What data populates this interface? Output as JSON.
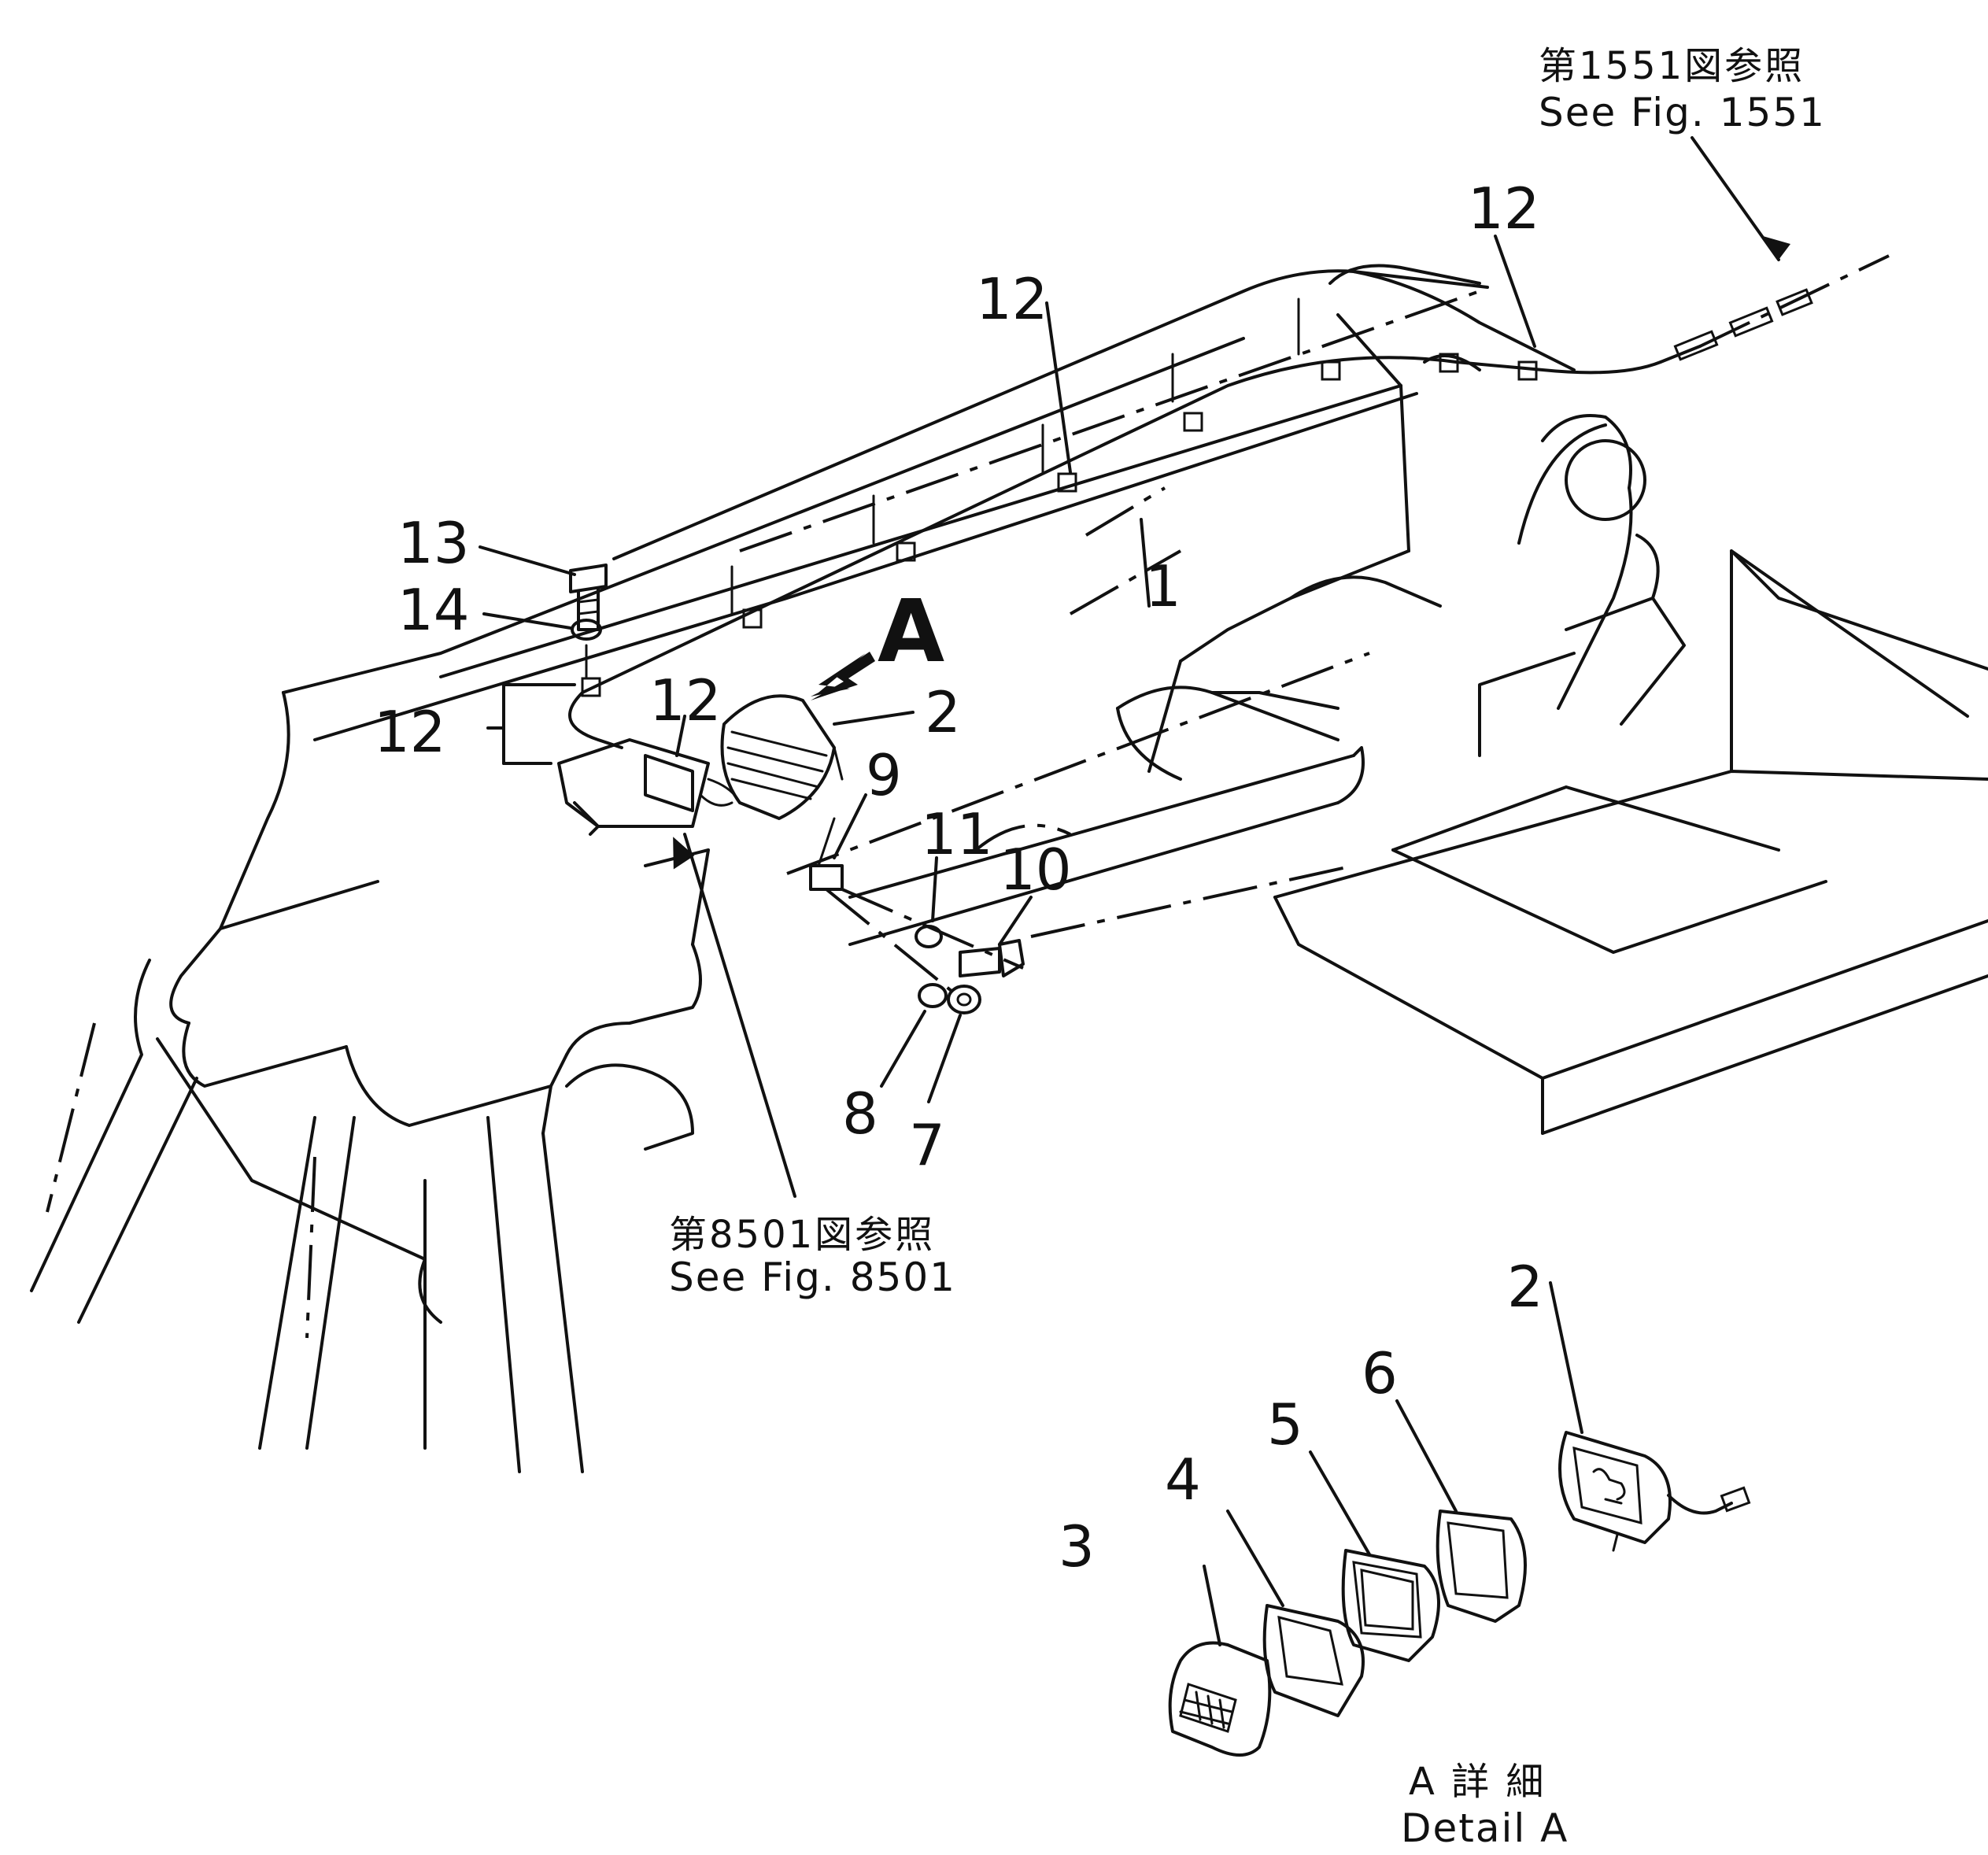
{
  "references": {
    "fig1551_jp": "第1551図参照",
    "fig1551_en": "See  Fig.  1551",
    "fig8501_jp": "第8501図参照",
    "fig8501_en": "See  Fig.  8501"
  },
  "detail": {
    "jp": "A 詳 細",
    "en": "Detail  A"
  },
  "view_marker": "A",
  "callouts": {
    "c1": "1",
    "c2_main": "2",
    "c2_detail": "2",
    "c3": "3",
    "c4": "4",
    "c5": "5",
    "c6": "6",
    "c7": "7",
    "c8": "8",
    "c9": "9",
    "c10": "10",
    "c11": "11",
    "c12_top": "12",
    "c12_mid": "12",
    "c12_lamp": "12",
    "c12_left": "12",
    "c13": "13",
    "c14": "14"
  }
}
